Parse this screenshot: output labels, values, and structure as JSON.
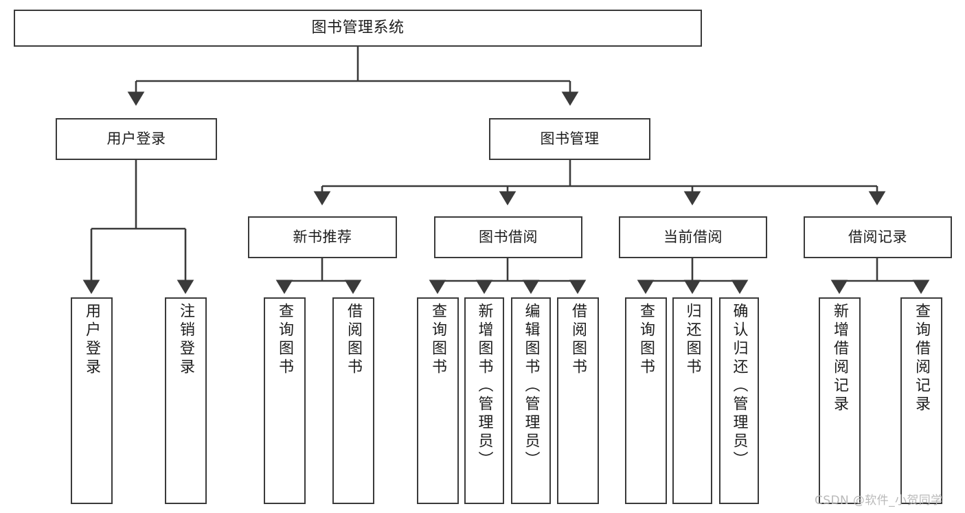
{
  "diagram": {
    "title": "图书管理系统",
    "type": "tree-hierarchy",
    "stroke_color": "#3a3a3a",
    "text_color": "#1d1d1d",
    "background_color": "#ffffff"
  },
  "nodes": {
    "root": {
      "label": "图书管理系统"
    },
    "level2": [
      {
        "label": "用户登录"
      },
      {
        "label": "图书管理"
      }
    ],
    "level3": [
      {
        "label": "新书推荐"
      },
      {
        "label": "图书借阅"
      },
      {
        "label": "当前借阅"
      },
      {
        "label": "借阅记录"
      }
    ],
    "leaves": {
      "user_login": [
        {
          "label": "用户登录"
        },
        {
          "label": "注销登录"
        }
      ],
      "new_book_recommend": [
        {
          "label": "查询图书"
        },
        {
          "label": "借阅图书"
        }
      ],
      "book_borrow": [
        {
          "label": "查询图书"
        },
        {
          "label": "新增图书（管理员）"
        },
        {
          "label": "编辑图书（管理员）"
        },
        {
          "label": "借阅图书"
        }
      ],
      "current_borrow": [
        {
          "label": "查询图书"
        },
        {
          "label": "归还图书"
        },
        {
          "label": "确认归还（管理员）"
        }
      ],
      "borrow_record": [
        {
          "label": "新增借阅记录"
        },
        {
          "label": "查询借阅记录"
        }
      ]
    }
  },
  "watermark": {
    "text": "CSDN @软件_小贺同学"
  }
}
